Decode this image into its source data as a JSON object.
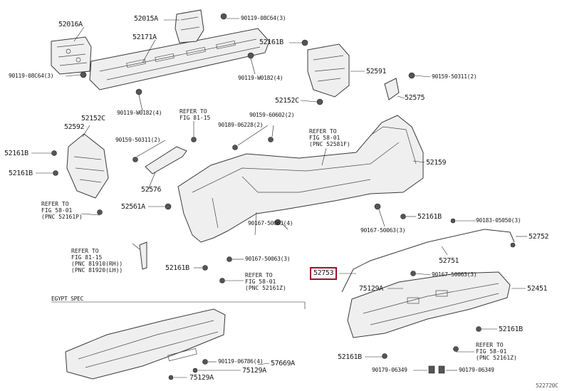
{
  "labels": {
    "p52016A": "52016A",
    "p52015A": "52015A",
    "p52171A": "52171A",
    "f9011908C64_3": "90119-08C64(3)",
    "f9011908C64_3b": "90119-08C64(3)",
    "f90119W0182_4a": "90119-W0182(4)",
    "f90119W0182_4b": "90119-W0182(4)",
    "p52161B_a": "52161B",
    "p52591": "52591",
    "f9015950311_2a": "90159-50311(2)",
    "p52575": "52575",
    "p52152C_a": "52152C",
    "p52152C_b": "52152C",
    "p52592": "52592",
    "p52161B_b": "52161B",
    "p52161B_c": "52161B",
    "p52161B_d": "52161B",
    "p52161B_e": "52161B",
    "p52161B_f": "52161B",
    "p52161B_g": "52161B",
    "f9015950311_2b": "90159-50311(2)",
    "f9018906228_2": "90189-06228(2)",
    "f9015960602_2": "90159-60602(2)",
    "p52159": "52159",
    "p52576": "52576",
    "p52561A": "52561A",
    "f9016750063_4": "90167-50063(4)",
    "f9016750063_3a": "90167-50063(3)",
    "f9016750063_3b": "90167-50063(3)",
    "f9016750063_3c": "90167-50063(3)",
    "f9018305050_3": "90183-05050(3)",
    "p52752": "52752",
    "p52751": "52751",
    "p52753": "52753",
    "p75129A_a": "75129A",
    "p75129A_b": "75129A",
    "p75129A_c": "75129A",
    "p52451": "52451",
    "p57669A": "57669A",
    "f9011906786_4": "90119-06786(4)",
    "f9017906349_a": "90179-06349",
    "f9017906349_b": "90179-06349",
    "egypt": "EGYPT SPEC",
    "code": "522720C"
  },
  "refs": {
    "r1": "REFER TO\nFIG 81-15",
    "r2": "REFER TO\nFIG 58-01\n(PNC 52581F)",
    "r3": "REFER TO\nFIG 58-01\n(PNC 52161P)",
    "r4": "REFER TO\nFIG 81-15\n(PNC 81910(RH))\n(PNC 81920(LH))",
    "r5": "REFER TO\nFIG 58-01\n(PNC 52161Z)",
    "r6": "REFER TO\nFIG 58-01\n(PNC 52161Z)"
  },
  "highlight": "p52753"
}
